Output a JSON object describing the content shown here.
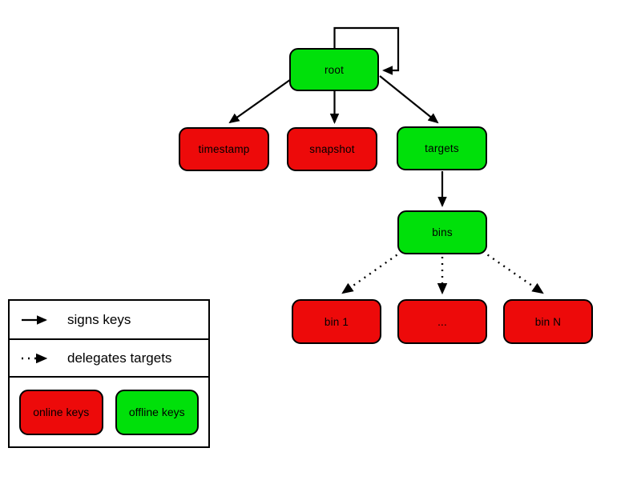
{
  "diagram": {
    "description": "Key-signing and delegation hierarchy diagram (TUF-style roles)",
    "colors": {
      "online_keys_fill": "#ed0a0a",
      "offline_keys_fill": "#00e00a",
      "line": "#000000",
      "background": "#ffffff",
      "text": "#000000"
    },
    "nodes": {
      "root": {
        "label": "root",
        "key_type": "offline"
      },
      "timestamp": {
        "label": "timestamp",
        "key_type": "online"
      },
      "snapshot": {
        "label": "snapshot",
        "key_type": "online"
      },
      "targets": {
        "label": "targets",
        "key_type": "offline"
      },
      "bins": {
        "label": "bins",
        "key_type": "offline"
      },
      "bin1": {
        "label": "bin 1",
        "key_type": "online"
      },
      "bin_ellipsis": {
        "label": "...",
        "key_type": "online"
      },
      "binN": {
        "label": "bin N",
        "key_type": "online"
      }
    },
    "edges": [
      {
        "from": "root",
        "to": "root",
        "type": "signs",
        "style": "solid self-loop"
      },
      {
        "from": "root",
        "to": "timestamp",
        "type": "signs",
        "style": "solid"
      },
      {
        "from": "root",
        "to": "snapshot",
        "type": "signs",
        "style": "solid"
      },
      {
        "from": "root",
        "to": "targets",
        "type": "signs",
        "style": "solid"
      },
      {
        "from": "targets",
        "to": "bins",
        "type": "signs",
        "style": "solid"
      },
      {
        "from": "bins",
        "to": "bin1",
        "type": "delegates",
        "style": "dotted"
      },
      {
        "from": "bins",
        "to": "bin_ellipsis",
        "type": "delegates",
        "style": "dotted"
      },
      {
        "from": "bins",
        "to": "binN",
        "type": "delegates",
        "style": "dotted"
      }
    ],
    "legend": {
      "solid_arrow_label": "signs keys",
      "dotted_arrow_label": "delegates targets",
      "online_label": "online keys",
      "offline_label": "offline keys"
    }
  }
}
